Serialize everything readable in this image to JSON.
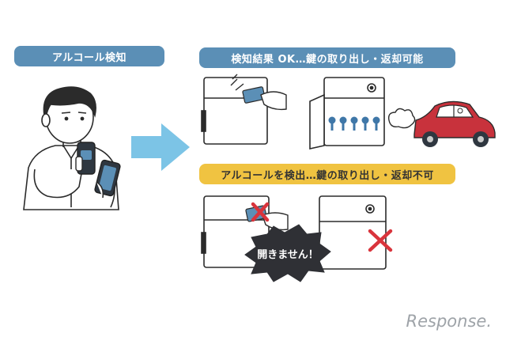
{
  "labels": {
    "alcohol_check": "アルコール検知",
    "result_ok": "検知結果 OK…鍵の取り出し・返却可能",
    "result_ng": "アルコールを検出…鍵の取り出し・返却不可"
  },
  "bubble_text": "開きません！",
  "watermark": "Response.",
  "colors": {
    "label_blue": "#5b8fb6",
    "label_yellow": "#f0c341",
    "arrow": "#7cc4e6",
    "car": "#c8323c",
    "key": "#3f77a8",
    "cross": "#d9343c"
  },
  "icons": [
    "person-icon",
    "breathalyzer-icon",
    "smartphone-icon",
    "key-box-icon",
    "key-card-icon",
    "car-icon",
    "cross-icon"
  ]
}
